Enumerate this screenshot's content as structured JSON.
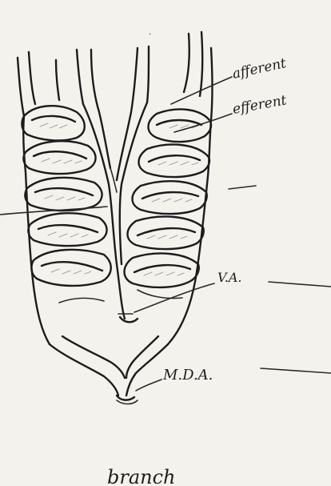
{
  "labels": {
    "afferent": "afferent",
    "efferent": "efferent",
    "va": "V.A.",
    "mda": "M.D.A.",
    "caption": "branch"
  }
}
